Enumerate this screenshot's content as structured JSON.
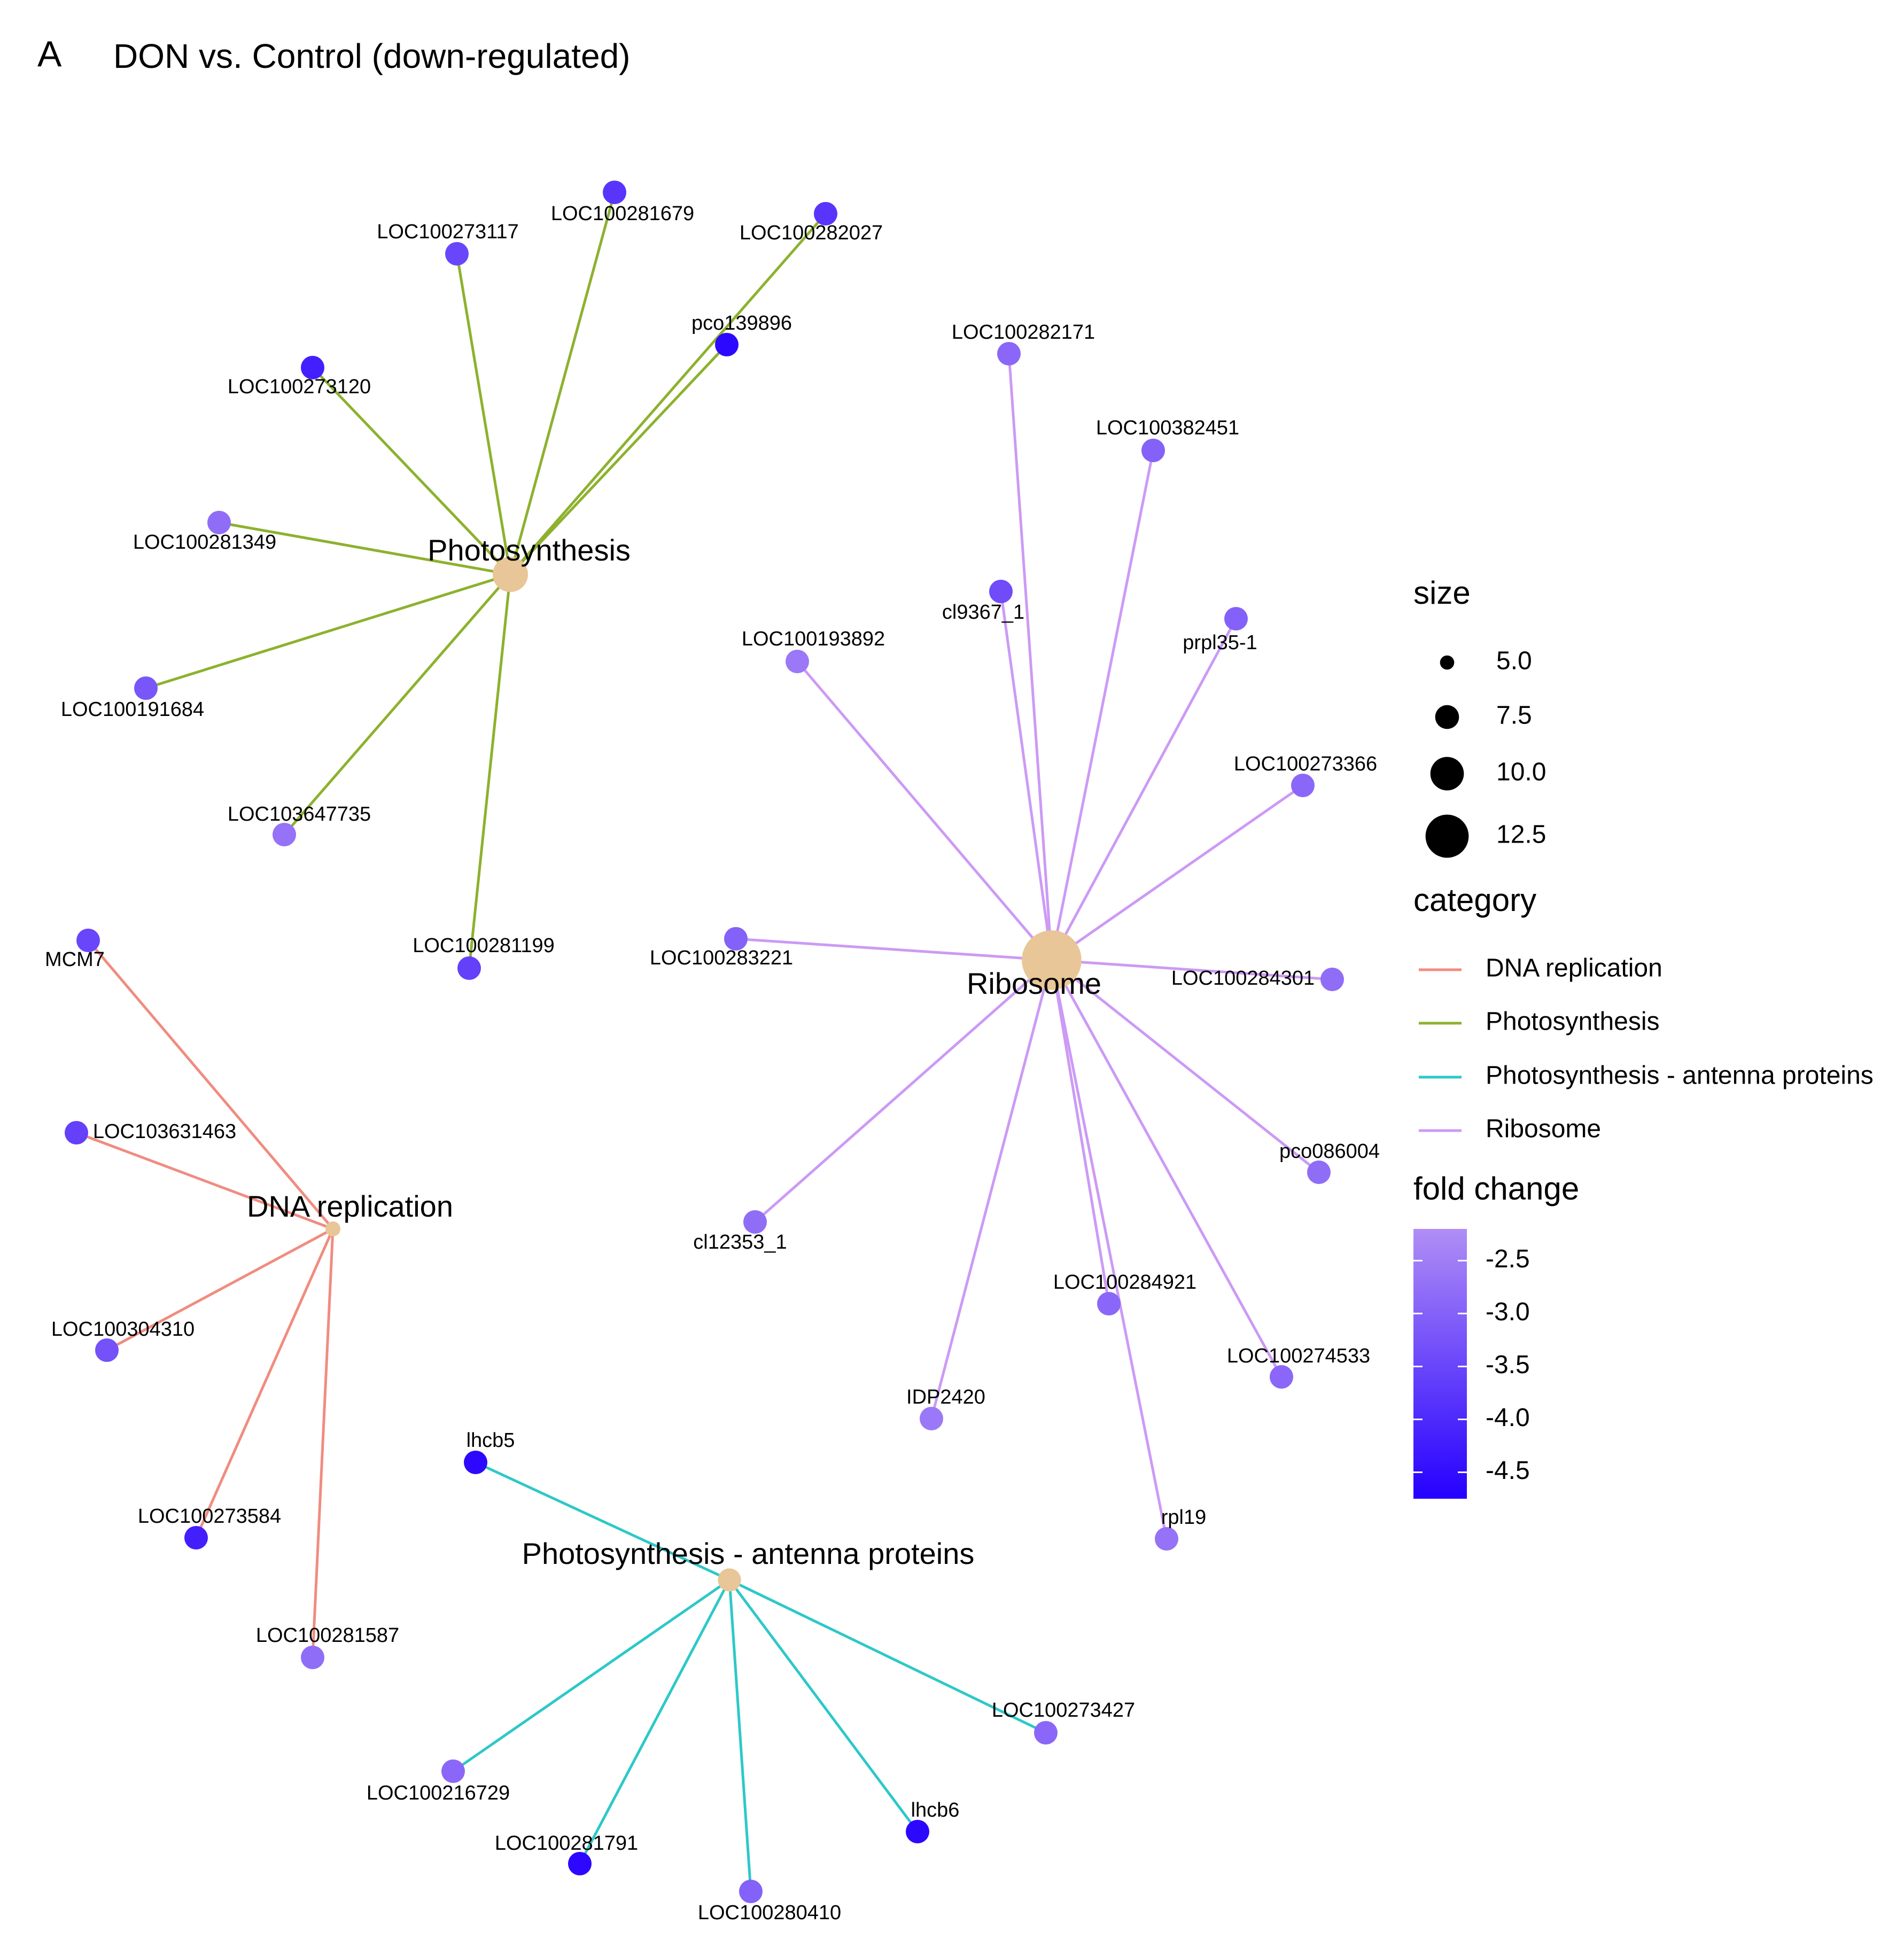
{
  "panel_letter": "A",
  "title": "DON vs. Control (down-regulated)",
  "categories": [
    {
      "name": "DNA replication",
      "color": "#f08c80"
    },
    {
      "name": "Photosynthesis",
      "color": "#8db12e"
    },
    {
      "name": "Photosynthesis - antenna proteins",
      "color": "#2ec8c8"
    },
    {
      "name": "Ribosome",
      "color": "#cc9af5"
    }
  ],
  "hub_color": "#e8c697",
  "hubs": [
    {
      "label": "Photosynthesis",
      "category": "Photosynthesis",
      "size": 10
    },
    {
      "label": "Ribosome",
      "category": "Ribosome",
      "size": 16
    },
    {
      "label": "DNA replication",
      "category": "DNA replication",
      "size": 5
    },
    {
      "label": "Photosynthesis - antenna proteins",
      "category": "Photosynthesis - antenna proteins",
      "size": 7
    }
  ],
  "genes": [
    {
      "label": "LOC100273117",
      "hub": "Photosynthesis",
      "fold_change": -3.5
    },
    {
      "label": "LOC100281679",
      "hub": "Photosynthesis",
      "fold_change": -3.8
    },
    {
      "label": "LOC100282027",
      "hub": "Photosynthesis",
      "fold_change": -3.8
    },
    {
      "label": "pco139896",
      "hub": "Photosynthesis",
      "fold_change": -4.6
    },
    {
      "label": "LOC100273120",
      "hub": "Photosynthesis",
      "fold_change": -4.2
    },
    {
      "label": "LOC100281349",
      "hub": "Photosynthesis",
      "fold_change": -2.8
    },
    {
      "label": "LOC100191684",
      "hub": "Photosynthesis",
      "fold_change": -3.2
    },
    {
      "label": "LOC103647735",
      "hub": "Photosynthesis",
      "fold_change": -2.7
    },
    {
      "label": "LOC100281199",
      "hub": "Photosynthesis",
      "fold_change": -3.6
    },
    {
      "label": "LOC100282171",
      "hub": "Ribosome",
      "fold_change": -2.9
    },
    {
      "label": "LOC100382451",
      "hub": "Ribosome",
      "fold_change": -3.0
    },
    {
      "label": "cl9367_1",
      "hub": "Ribosome",
      "fold_change": -3.4
    },
    {
      "label": "prpl35-1",
      "hub": "Ribosome",
      "fold_change": -3.0
    },
    {
      "label": "LOC100193892",
      "hub": "Ribosome",
      "fold_change": -2.6
    },
    {
      "label": "LOC100273366",
      "hub": "Ribosome",
      "fold_change": -2.9
    },
    {
      "label": "LOC100283221",
      "hub": "Ribosome",
      "fold_change": -3.0
    },
    {
      "label": "LOC100284301",
      "hub": "Ribosome",
      "fold_change": -2.8
    },
    {
      "label": "pco086004",
      "hub": "Ribosome",
      "fold_change": -2.8
    },
    {
      "label": "cl12353_1",
      "hub": "Ribosome",
      "fold_change": -2.8
    },
    {
      "label": "LOC100284921",
      "hub": "Ribosome",
      "fold_change": -2.9
    },
    {
      "label": "LOC100274533",
      "hub": "Ribosome",
      "fold_change": -2.9
    },
    {
      "label": "IDP2420",
      "hub": "Ribosome",
      "fold_change": -2.6
    },
    {
      "label": "rpl19",
      "hub": "Ribosome",
      "fold_change": -2.7
    },
    {
      "label": "MCM7",
      "hub": "DNA replication",
      "fold_change": -3.5
    },
    {
      "label": "LOC103631463",
      "hub": "DNA replication",
      "fold_change": -3.6
    },
    {
      "label": "LOC100304310",
      "hub": "DNA replication",
      "fold_change": -3.3
    },
    {
      "label": "LOC100273584",
      "hub": "DNA replication",
      "fold_change": -4.2
    },
    {
      "label": "LOC100281587",
      "hub": "DNA replication",
      "fold_change": -2.8
    },
    {
      "label": "lhcb5",
      "hub": "Photosynthesis - antenna proteins",
      "fold_change": -4.6
    },
    {
      "label": "LOC100273427",
      "hub": "Photosynthesis - antenna proteins",
      "fold_change": -2.9
    },
    {
      "label": "LOC100216729",
      "hub": "Photosynthesis - antenna proteins",
      "fold_change": -2.9
    },
    {
      "label": "lhcb6",
      "hub": "Photosynthesis - antenna proteins",
      "fold_change": -4.6
    },
    {
      "label": "LOC100281791",
      "hub": "Photosynthesis - antenna proteins",
      "fold_change": -4.6
    },
    {
      "label": "LOC100280410",
      "hub": "Photosynthesis - antenna proteins",
      "fold_change": -3.0
    }
  ],
  "legend": {
    "size_title": "size",
    "size_levels": [
      {
        "label": "5.0",
        "value": 5.0
      },
      {
        "label": "7.5",
        "value": 7.5
      },
      {
        "label": "10.0",
        "value": 10.0
      },
      {
        "label": "12.5",
        "value": 12.5
      }
    ],
    "category_title": "category",
    "foldchange_title": "fold change",
    "foldchange_ticks": [
      "-2.5",
      "-3.0",
      "-3.5",
      "-4.0",
      "-4.5"
    ],
    "foldchange_tick_values": [
      -2.5,
      -3.0,
      -3.5,
      -4.0,
      -4.5
    ],
    "foldchange_range": [
      -4.75,
      -2.2
    ],
    "gradient_colors": [
      "#b08ef5",
      "#2500ff"
    ]
  }
}
